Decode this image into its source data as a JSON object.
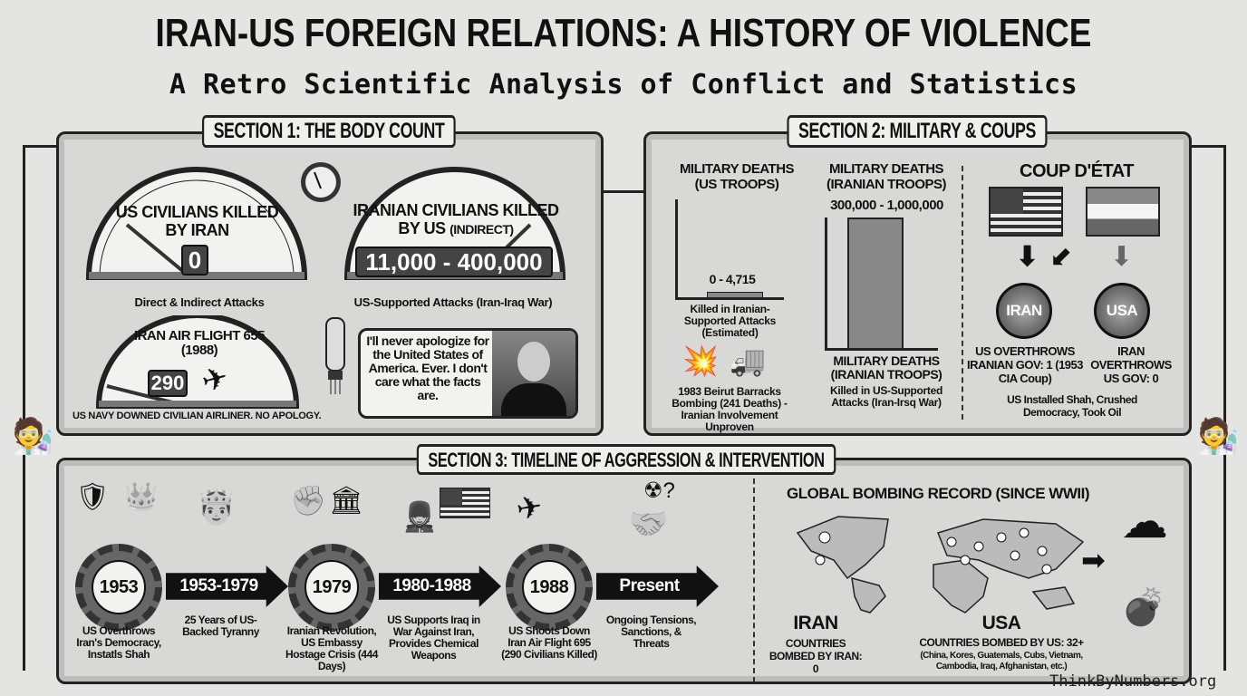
{
  "title": "IRAN-US FOREIGN RELATIONS: A HISTORY OF VIOLENCE",
  "subtitle": "A Retro Scientific Analysis of Conflict and Statistics",
  "colors": {
    "background": "#e4e4e2",
    "panel": "#d8d8d6",
    "ink": "#111111",
    "readout": "#444444"
  },
  "section1": {
    "header": "SECTION 1: THE BODY COUNT",
    "gauge_us_civilians": {
      "label": "US CIVILIANS KILLED BY IRAN",
      "value": "0",
      "caption": "Direct & Indirect Attacks"
    },
    "gauge_iranian_civilians": {
      "label": "IRANIAN CIVILIANS KILLED BY US",
      "label_suffix": "(INDIRECT)",
      "value": "11,000 - 400,000",
      "caption": "US-Supported Attacks (Iran-Iraq War)"
    },
    "gauge_flight": {
      "label": "IRAN AIR FLIGHT 655",
      "year": "(1988)",
      "value": "290",
      "caption": "US NAVY DOWNED CIVILIAN AIRLINER. NO APOLOGY."
    },
    "quote": "I'll never apologize for the United States of America. Ever. I don't care what the facts are."
  },
  "section2": {
    "header": "SECTION 2: MILITARY & COUPS",
    "us_troops": {
      "title": "MILITARY DEATHS",
      "subtitle": "(US TROOPS)",
      "value": "0 - 4,715",
      "caption": "Killed in Iranian-Supported Attacks (Estimated)",
      "event": "1983 Beirut Barracks Bombing (241 Deaths) - Iranian Involvement Unproven"
    },
    "iranian_troops": {
      "title": "MILITARY DEATHS",
      "subtitle": "(IRANIAN TROOPS)",
      "value": "300,000 - 1,000,000",
      "caption_title": "MILITARY DEATHS",
      "caption_subtitle": "(IRANIAN TROOPS)",
      "caption": "Killed in US-Supported Attacks (Iran-Irsq War)"
    },
    "coup": {
      "title": "COUP D'ÉTAT",
      "globe_iran": "IRAN",
      "globe_usa": "USA",
      "us_overthrows": "US OVERTHROWS IRANIAN GOV: 1 (1953 CIA Coup)",
      "iran_overthrows": "IRAN OVERTHROWS US GOV: 0",
      "note": "US Installed Shah, Crushed Democracy, Took Oil"
    }
  },
  "section3": {
    "header": "SECTION 3: TIMELINE OF AGGRESSION & INTERVENTION",
    "timeline": [
      {
        "label": "1953",
        "type": "gear",
        "caption": "US Overthrows Iran's Democracy, Instatls Shah"
      },
      {
        "label": "1953-1979",
        "type": "arrow",
        "caption": "25 Years of US-Backed Tyranny"
      },
      {
        "label": "1979",
        "type": "gear",
        "caption": "Iranian Revolution, US Embassy Hostage Crisis (444 Days)"
      },
      {
        "label": "1980-1988",
        "type": "arrow",
        "caption": "US Supports Iraq in War Against Iran, Provides Chemical Weapons"
      },
      {
        "label": "1988",
        "type": "gear",
        "caption": "US Shoots Down Iran Air Flight 695 (290 Civilians Killed)"
      },
      {
        "label": "Present",
        "type": "arrow",
        "caption": "Ongoing Tensions, Sanctions, & Threats"
      }
    ],
    "bombing": {
      "title": "GLOBAL BOMBING RECORD (SINCE WWII)",
      "iran_label": "IRAN",
      "iran_text": "COUNTRIES BOMBED BY IRAN: 0",
      "usa_label": "USA",
      "usa_text": "COUNTRIES BOMBED BY US: 32+",
      "usa_list": "(China, Kores, Guatemals, Cubs, Vietnam, Cambodia, Iraq, Afghanistan, etc.)"
    }
  },
  "watermark": "ThinkByNumbers.org"
}
